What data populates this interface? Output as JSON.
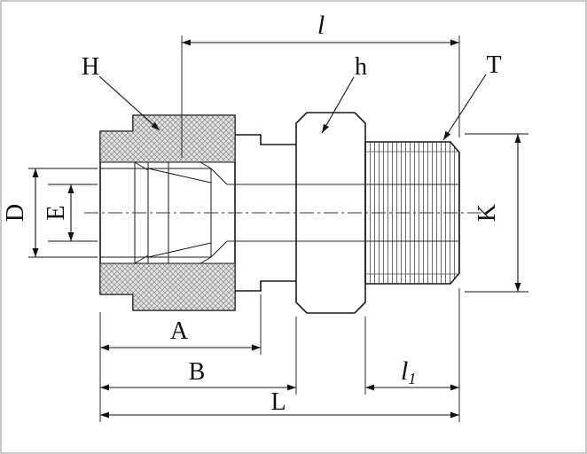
{
  "diagram": {
    "labels": {
      "l": "l",
      "H": "H",
      "h": "h",
      "T": "T",
      "D": "D",
      "E": "E",
      "K": "K",
      "A": "A",
      "B": "B",
      "l1_main": "l",
      "l1_sub": "1",
      "L": "L"
    },
    "colors": {
      "line": "#1a1a1a",
      "hatch": "#858585",
      "hatch_background": "#e3e3e3",
      "thread_hatch": "#6b6b6b",
      "background": "#ffffff",
      "frame_border": "#c8c8c8"
    }
  }
}
